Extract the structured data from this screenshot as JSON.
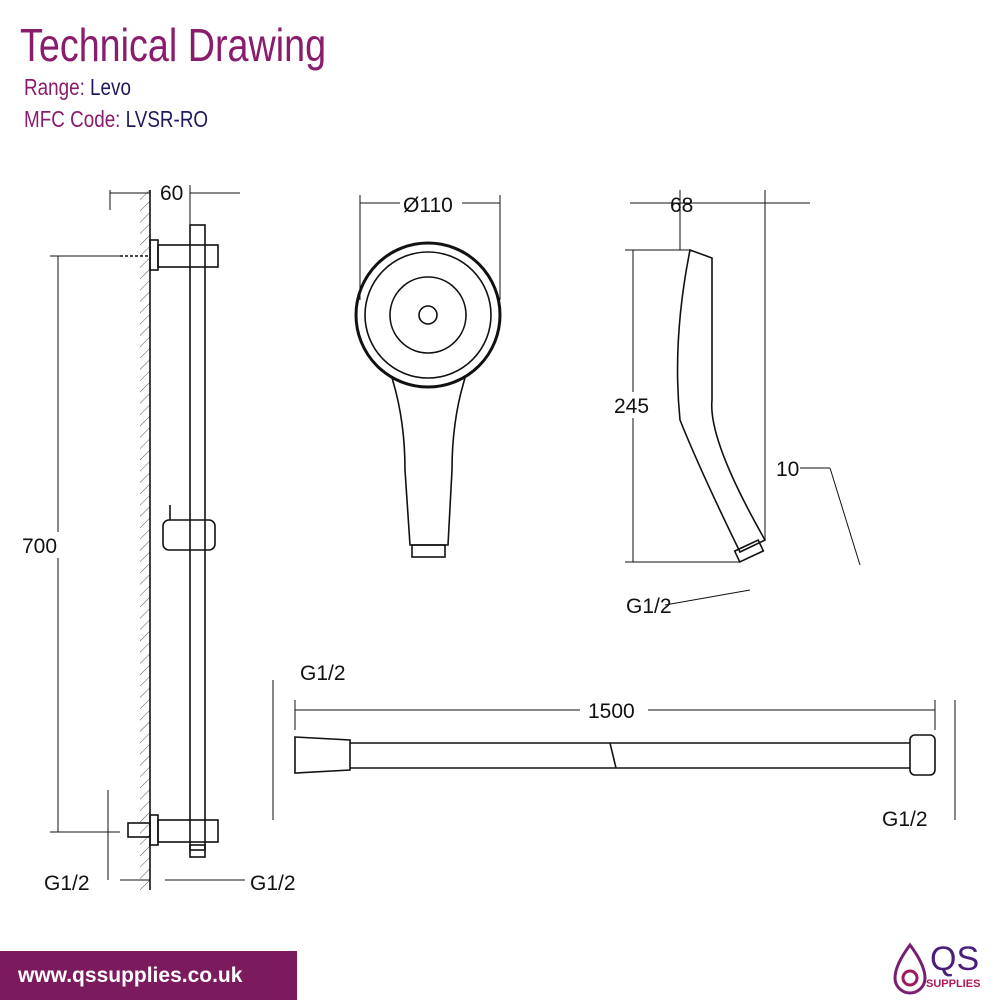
{
  "header": {
    "title": "Technical Drawing",
    "range_label": "Range:",
    "range_value": "Levo",
    "code_label": "MFC Code:",
    "code_value": "LVSR-RO"
  },
  "dimensions": {
    "rail_width": "60",
    "rail_height": "700",
    "rail_inlet_left": "G1/2",
    "rail_inlet_right": "G1/2",
    "head_diameter": "Ø110",
    "head_depth": "68",
    "handset_length": "245",
    "handset_offset": "10",
    "handset_thread": "G1/2",
    "hose_length": "1500",
    "hose_thread_left": "G1/2",
    "hose_thread_right": "G1/2"
  },
  "footer": {
    "url": "www.qssupplies.co.uk"
  },
  "logo": {
    "brand": "QS",
    "tagline": "SUPPLIES"
  },
  "colors": {
    "title": "#8a1c6c",
    "subtitle_value": "#1e1b5c",
    "footer_bg": "#7b1b5e"
  }
}
